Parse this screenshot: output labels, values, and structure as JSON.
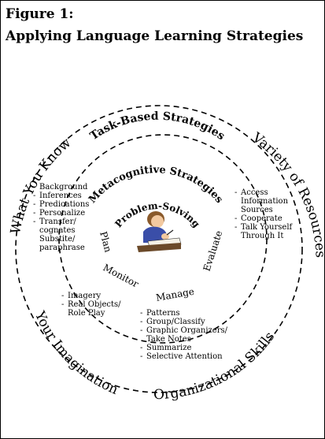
{
  "figure": {
    "number": "Figure 1:",
    "title": "Applying Language Learning Strategies"
  },
  "rings": {
    "outer": "Task-Based Strategies",
    "middle": "Metacognitive Strategies",
    "center": "Problem-Solving"
  },
  "cycle": [
    "Plan",
    "Monitor",
    "Manage",
    "Evaluate"
  ],
  "outer_labels": {
    "left": "What You Know",
    "right": "Variety of Resources",
    "bottom_left": "Your Imagination",
    "bottom_right": "Organizational Skills"
  },
  "lists": {
    "know": [
      "Background",
      "Inferences",
      "Predications",
      "Personalize",
      "Transfer/",
      "cognates",
      "Substite/",
      "paraphrase"
    ],
    "resources": [
      "Access",
      "Information",
      "Sources",
      "Cooperate",
      "Talk Yourself",
      "Through It"
    ],
    "imagination": [
      "Imagery",
      "Real Objects/",
      "Role Play"
    ],
    "organizational": [
      "Patterns",
      "Group/Classify",
      "Graphic Organizers/",
      "Take Notes",
      "Summarize",
      "Selective Attention"
    ]
  },
  "colors": {
    "ink": "#000000",
    "shirt": "#3a4ea8",
    "hair": "#8a5a2b",
    "skin": "#f2c9a0",
    "desk": "#6b4a2a"
  }
}
